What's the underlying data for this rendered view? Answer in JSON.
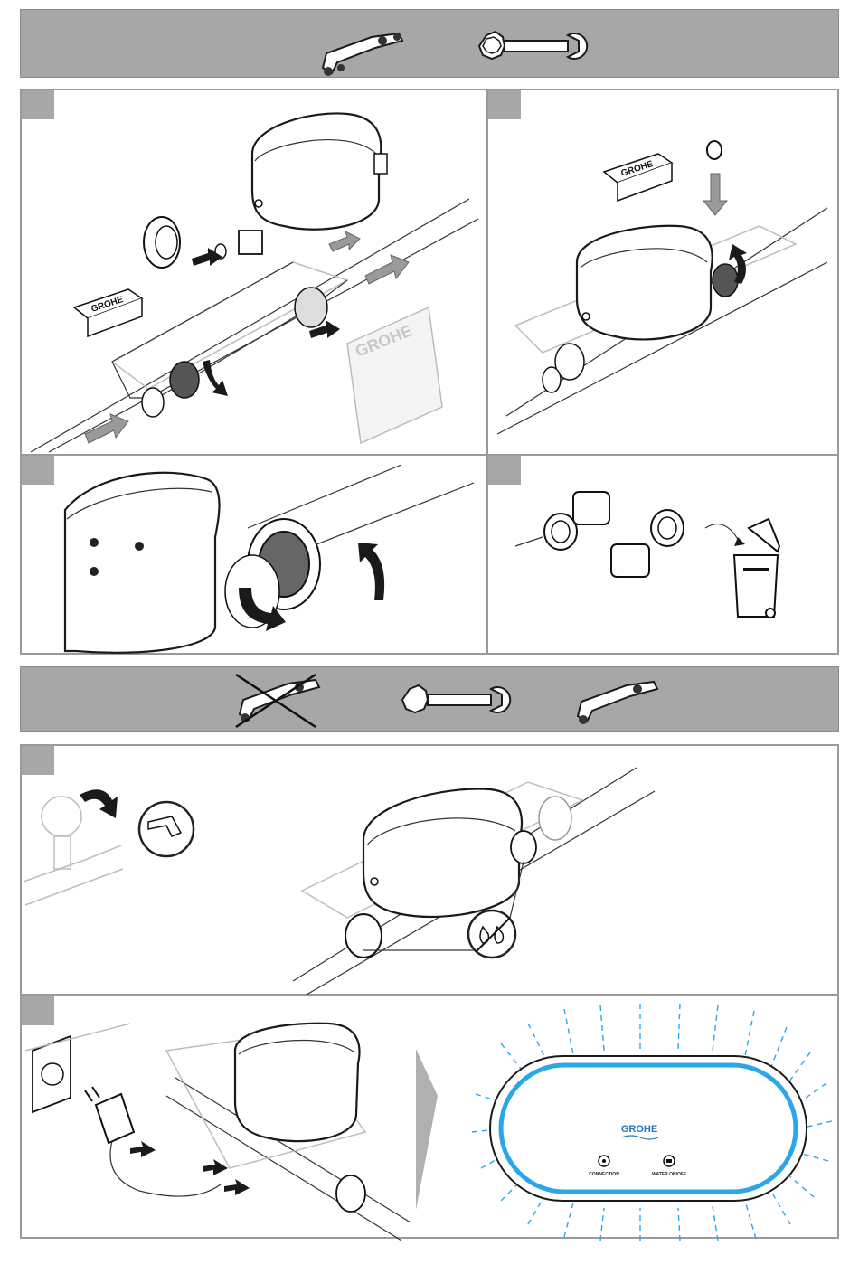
{
  "bands": [
    {
      "icons": [
        "mounting-bracket-icon",
        "wrench-icon"
      ]
    },
    {
      "icons": [
        "mounting-bracket-crossed-icon",
        "wrench-icon",
        "mounting-bracket-icon"
      ]
    }
  ],
  "brand": {
    "logo_text": "GROHE",
    "colors": {
      "accent_blue": "#1d77c3",
      "band_grey": "#a7a7a7",
      "led_blue": "#2aa7e8"
    }
  },
  "device_face": {
    "button_left_label": "CONNECTION",
    "button_right_label": "WATER ON/OFF"
  },
  "icons": {
    "disposal": "trash-bin-icon",
    "no_drip": "no-leak-icon",
    "faucet": "open-faucet-icon",
    "valve": "shut-off-valve-icon",
    "power": "power-adapter-icon",
    "socket": "wall-socket-icon"
  }
}
